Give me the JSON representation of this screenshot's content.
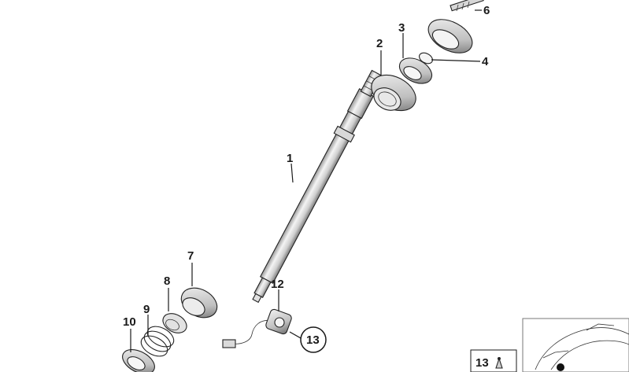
{
  "callouts": {
    "c1": "1",
    "c2": "2",
    "c3": "3",
    "c4": "4",
    "c6": "6",
    "c7": "7",
    "c8": "8",
    "c9": "9",
    "c10": "10",
    "c12": "12",
    "c13_circle": "13",
    "c13_box": "13"
  },
  "colors": {
    "line": "#1a1a1a",
    "metal_light": "#e9e9e9",
    "metal_mid": "#bdbdbd",
    "metal_dark": "#6f6f6f"
  }
}
